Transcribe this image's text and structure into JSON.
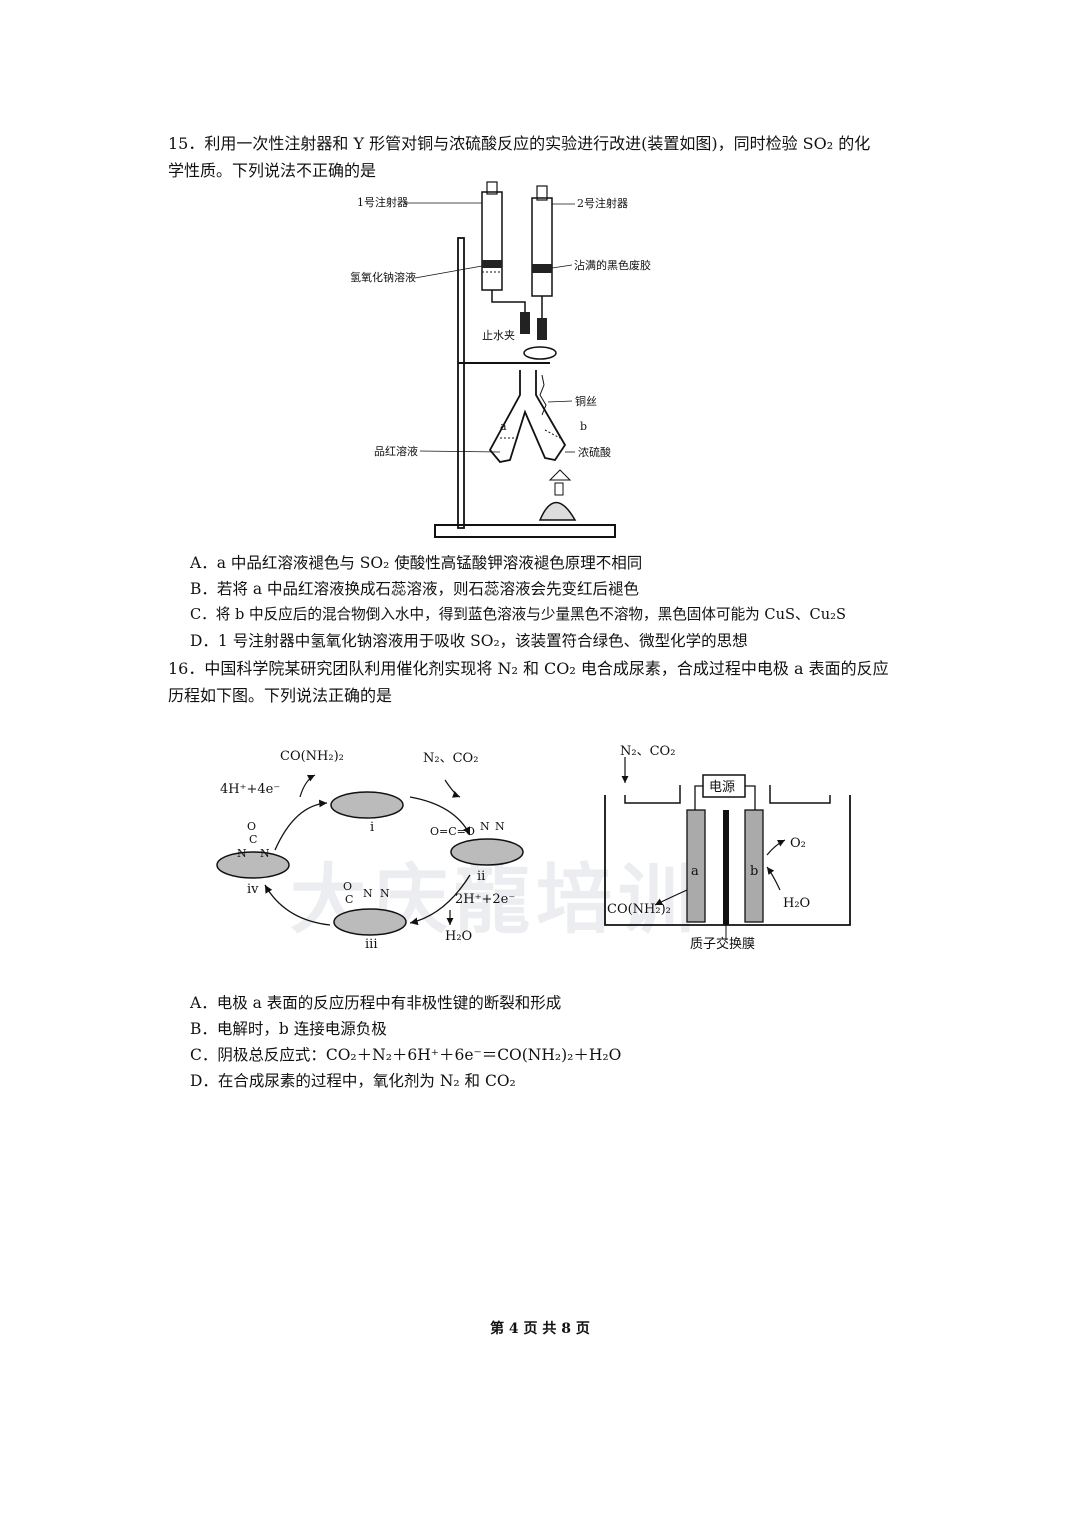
{
  "q15": {
    "stem_line1": "15．利用一次性注射器和 Y 形管对铜与浓硫酸反应的实验进行改进(装置如图)，同时检验 SO₂ 的化",
    "stem_line2": "学性质。下列说法不正确的是",
    "figure_labels": {
      "syringe1": "1号注射器",
      "syringe2": "2号注射器",
      "naoh": "氢氧化钠溶液",
      "rubber": "沾满的黑色废胶",
      "stopcock": "止水夹",
      "copper": "铜丝",
      "pinhong": "品红溶液",
      "acid": "浓硫酸",
      "a": "a",
      "b": "b"
    },
    "options": [
      "A．a 中品红溶液褪色与 SO₂ 使酸性高锰酸钾溶液褪色原理不相同",
      "B．若将 a 中品红溶液换成石蕊溶液，则石蕊溶液会先变红后褪色",
      "C．将 b 中反应后的混合物倒入水中，得到蓝色溶液与少量黑色不溶物，黑色固体可能为 CuS、Cu₂S",
      "D．1 号注射器中氢氧化钠溶液用于吸收 SO₂，该装置符合绿色、微型化学的思想"
    ]
  },
  "q16": {
    "stem_line1": "16．中国科学院某研究团队利用催化剂实现将 N₂ 和 CO₂ 电合成尿素，合成过程中电极 a 表面的反应",
    "stem_line2": "历程如下图。下列说法正确的是",
    "cycle_labels": {
      "urea_out": "CO(NH₂)₂",
      "h_in": "4H⁺+4e⁻",
      "feed": "N₂、CO₂",
      "step_i": "i",
      "step_ii": "ii",
      "step_iii": "iii",
      "step_iv": "iv",
      "h2_in": "2H⁺+2e⁻",
      "water_out": "H₂O"
    },
    "cell_labels": {
      "feed": "N₂、CO₂",
      "power": "电源",
      "o2": "O₂",
      "urea": "CO(NH₂)₂",
      "water": "H₂O",
      "a": "a",
      "b": "b",
      "membrane": "质子交换膜"
    },
    "options": [
      "A．电极 a 表面的反应历程中有非极性键的断裂和形成",
      "B．电解时，b 连接电源负极",
      "C．阴极总反应式：CO₂＋N₂＋6H⁺＋6e⁻＝CO(NH₂)₂＋H₂O",
      "D．在合成尿素的过程中，氧化剂为 N₂ 和 CO₂"
    ]
  },
  "watermark": "大庆龍培训",
  "footer": "第 4 页 共 8 页"
}
